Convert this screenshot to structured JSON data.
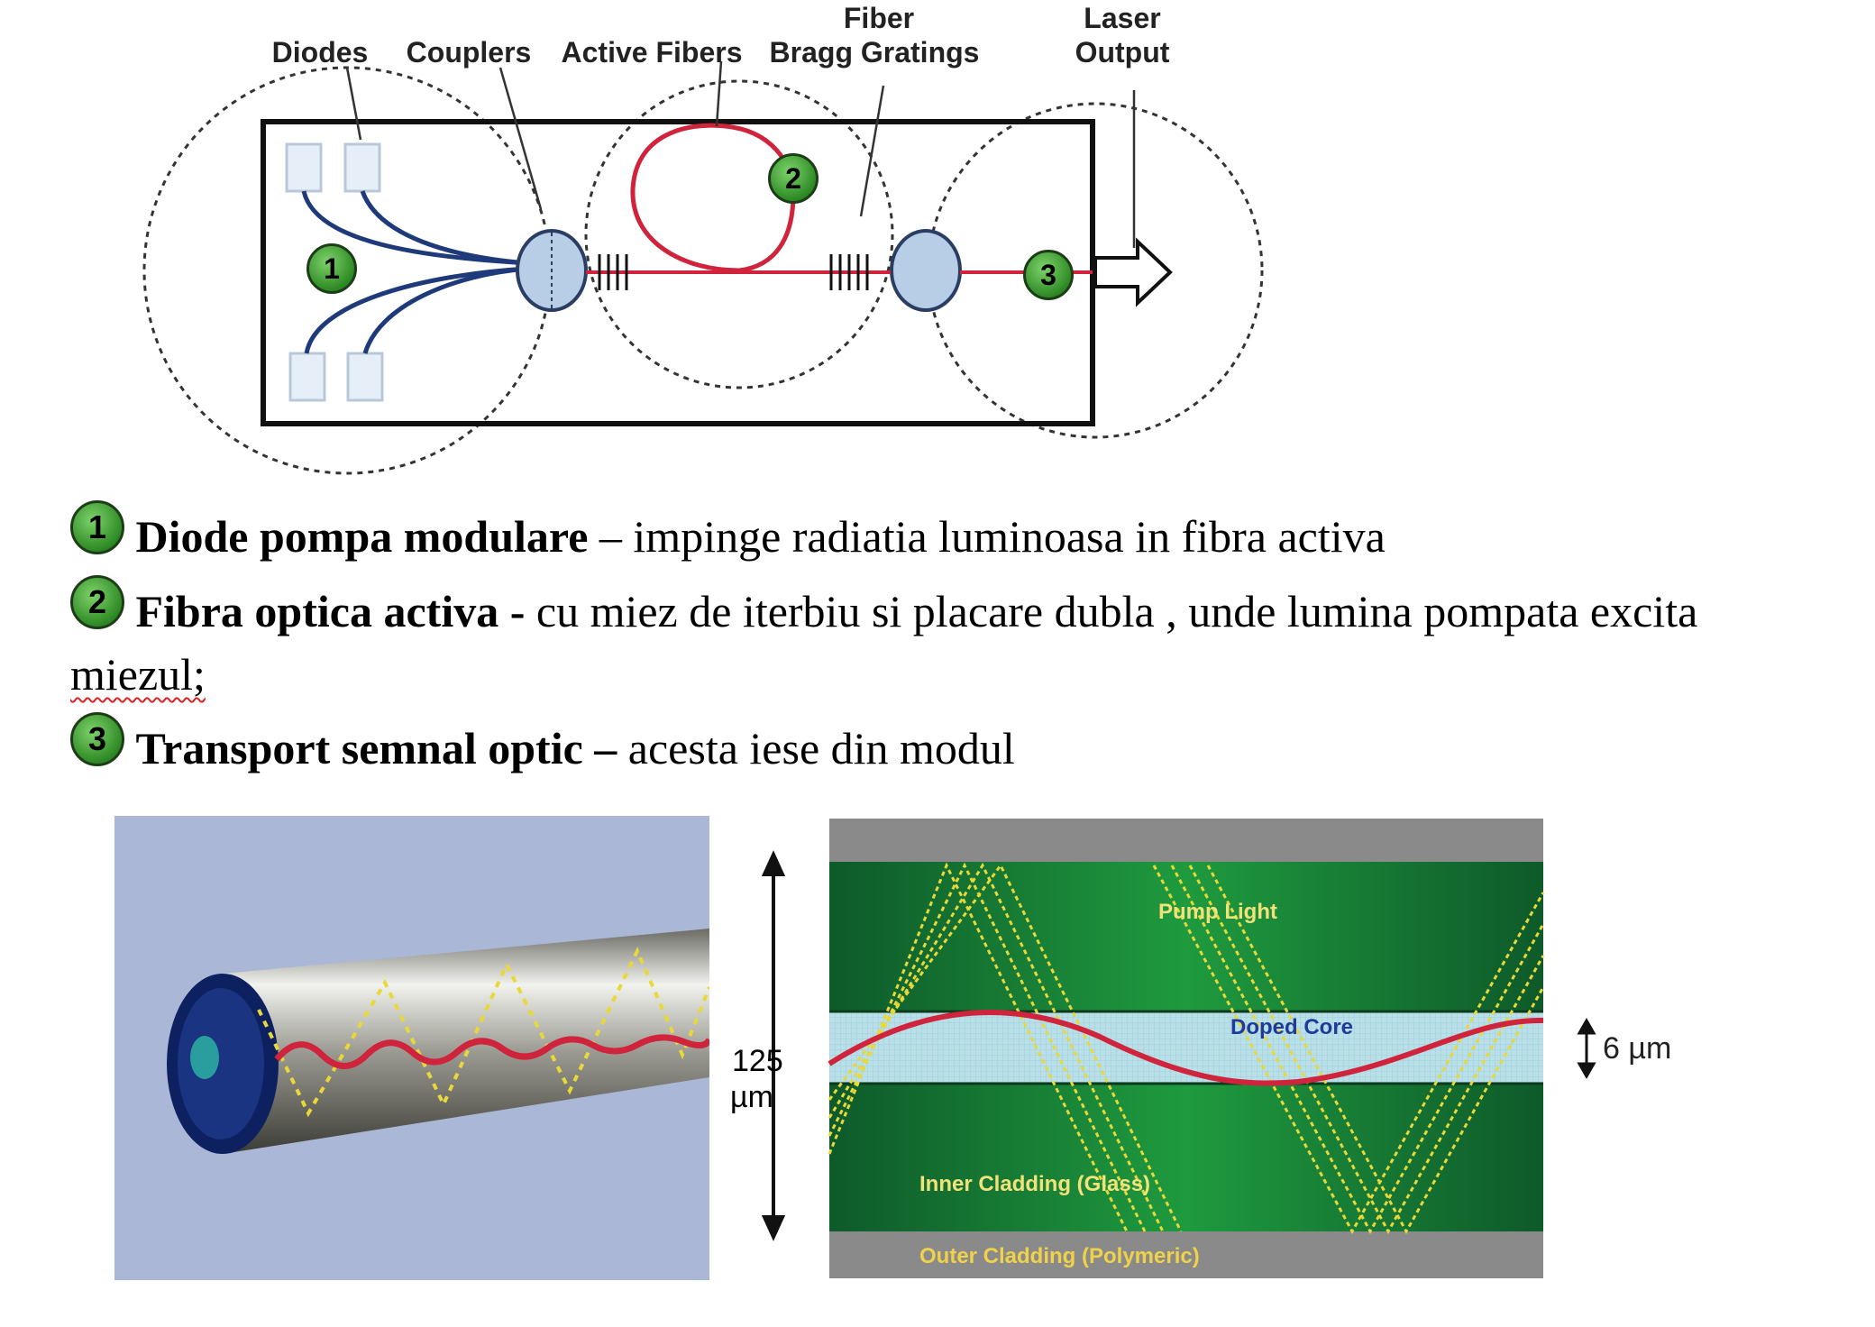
{
  "top_diagram": {
    "labels": {
      "diodes": "Diodes",
      "couplers": "Couplers",
      "active_fibers": "Active Fibers",
      "bragg_line1": "Fiber",
      "bragg_line2": "Bragg Gratings",
      "laser_line1": "Laser",
      "laser_line2": "Output"
    },
    "markers": [
      "1",
      "2",
      "3"
    ],
    "colors": {
      "fiber_blue": "#1f3a7a",
      "fiber_red": "#d0233c",
      "marker_green": "#49a83a",
      "coupler_fill": "#b8cde6"
    }
  },
  "legend": [
    {
      "number": "1",
      "title": "Diode pompa modulare",
      "sep": " – ",
      "text": "impinge radiatia luminoasa in fibra activa"
    },
    {
      "number": "2",
      "title": "Fibra optica activa",
      "sep": " - ",
      "text": "cu miez de iterbiu si placare dubla , unde lumina pompata excita",
      "text_line2": "miezul;"
    },
    {
      "number": "3",
      "title": "Transport semnal optic",
      "sep": " – ",
      "text": "acesta iese din modul"
    }
  ],
  "bottom_right": {
    "pump_light": "Pump Light",
    "doped_core": "Doped Core",
    "inner_cladding": "Inner Cladding (Glass)",
    "outer_cladding": "Outer Cladding (Polymeric)",
    "dim_125": "125",
    "dim_125_unit": "µm",
    "dim_6": "6 µm"
  }
}
